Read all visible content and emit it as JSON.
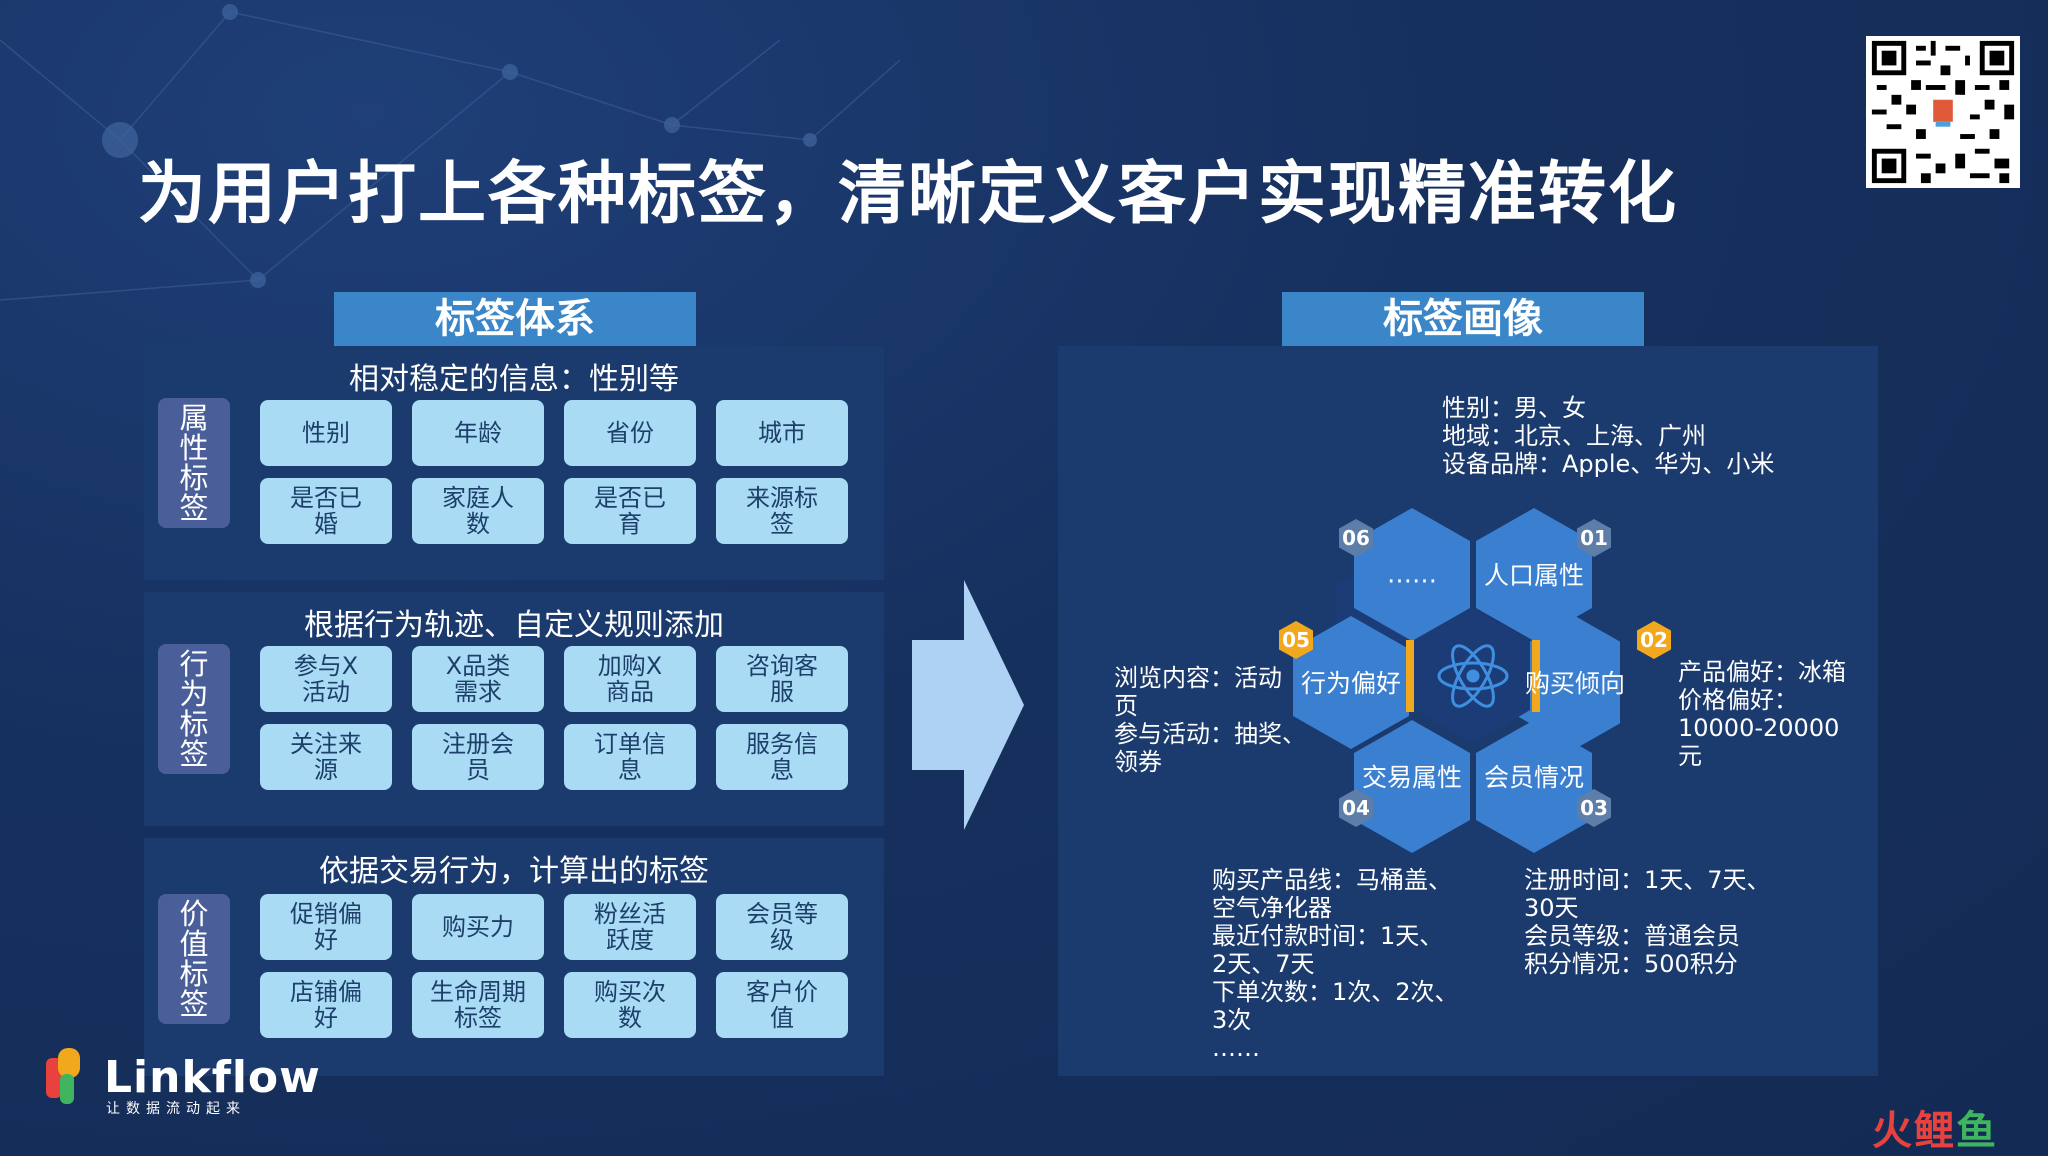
{
  "title": "为用户打上各种标签，清晰定义客户实现精准转化",
  "left_section": {
    "header": "标签体系",
    "groups": [
      {
        "title": "相对稳定的信息：性别等",
        "side": [
          "属",
          "性",
          "标",
          "签"
        ],
        "tags": [
          "性别",
          "年龄",
          "省份",
          "城市",
          "是否已婚",
          "家庭人数",
          "是否已育",
          "来源标签"
        ]
      },
      {
        "title": "根据行为轨迹、自定义规则添加",
        "side": [
          "行",
          "为",
          "标",
          "签"
        ],
        "tags": [
          "参与X活动",
          "X品类需求",
          "加购X商品",
          "咨询客服",
          "关注来源",
          "注册会员",
          "订单信息",
          "服务信息"
        ]
      },
      {
        "title": "依据交易行为，计算出的标签",
        "side": [
          "价",
          "值",
          "标",
          "签"
        ],
        "tags": [
          "促销偏好",
          "购买力",
          "粉丝活跃度",
          "会员等级",
          "店铺偏好",
          "生命周期标签",
          "购买次数",
          "客户价值"
        ]
      }
    ]
  },
  "right_section": {
    "header": "标签画像",
    "hexagons": [
      {
        "id": "01",
        "label": "人口属性"
      },
      {
        "id": "02",
        "label": "购买倾向"
      },
      {
        "id": "03",
        "label": "会员情况"
      },
      {
        "id": "04",
        "label": "交易属性"
      },
      {
        "id": "05",
        "label": "行为偏好"
      },
      {
        "id": "06",
        "label": "……"
      }
    ],
    "info_top": [
      "性别：男、女",
      "地域：北京、上海、广州",
      "设备品牌：Apple、华为、小米"
    ],
    "info_left": [
      "浏览内容：活动",
      "页",
      "参与活动：抽奖、",
      "领券"
    ],
    "info_right": [
      "产品偏好：冰箱",
      "价格偏好：",
      "10000-20000",
      "元"
    ],
    "info_bottom_left": [
      "购买产品线：马桶盖、",
      "空气净化器",
      "最近付款时间：1天、",
      "2天、7天",
      "下单次数：1次、2次、",
      "3次",
      "……"
    ],
    "info_bottom_right": [
      "注册时间：1天、7天、",
      "30天",
      "会员等级：普通会员",
      "积分情况：500积分"
    ]
  },
  "colors": {
    "background": "#16305e",
    "panel": "#1b3a6d",
    "tab": "#3a86c8",
    "tag": "#a9dcf4",
    "hex_blue": "#3b7fd0",
    "hex_dark": "#1c3c78",
    "badge_orange": "#f2a81d",
    "badge_gray": "#5c7ea8"
  },
  "icons": [
    "qr-code-icon",
    "atom-icon",
    "arrow-right-icon",
    "linkflow-logo-icon"
  ],
  "logo": {
    "text": "Linkflow",
    "tagline": "让数据流动起来"
  },
  "watermark": [
    "火",
    "鲤",
    "鱼"
  ]
}
